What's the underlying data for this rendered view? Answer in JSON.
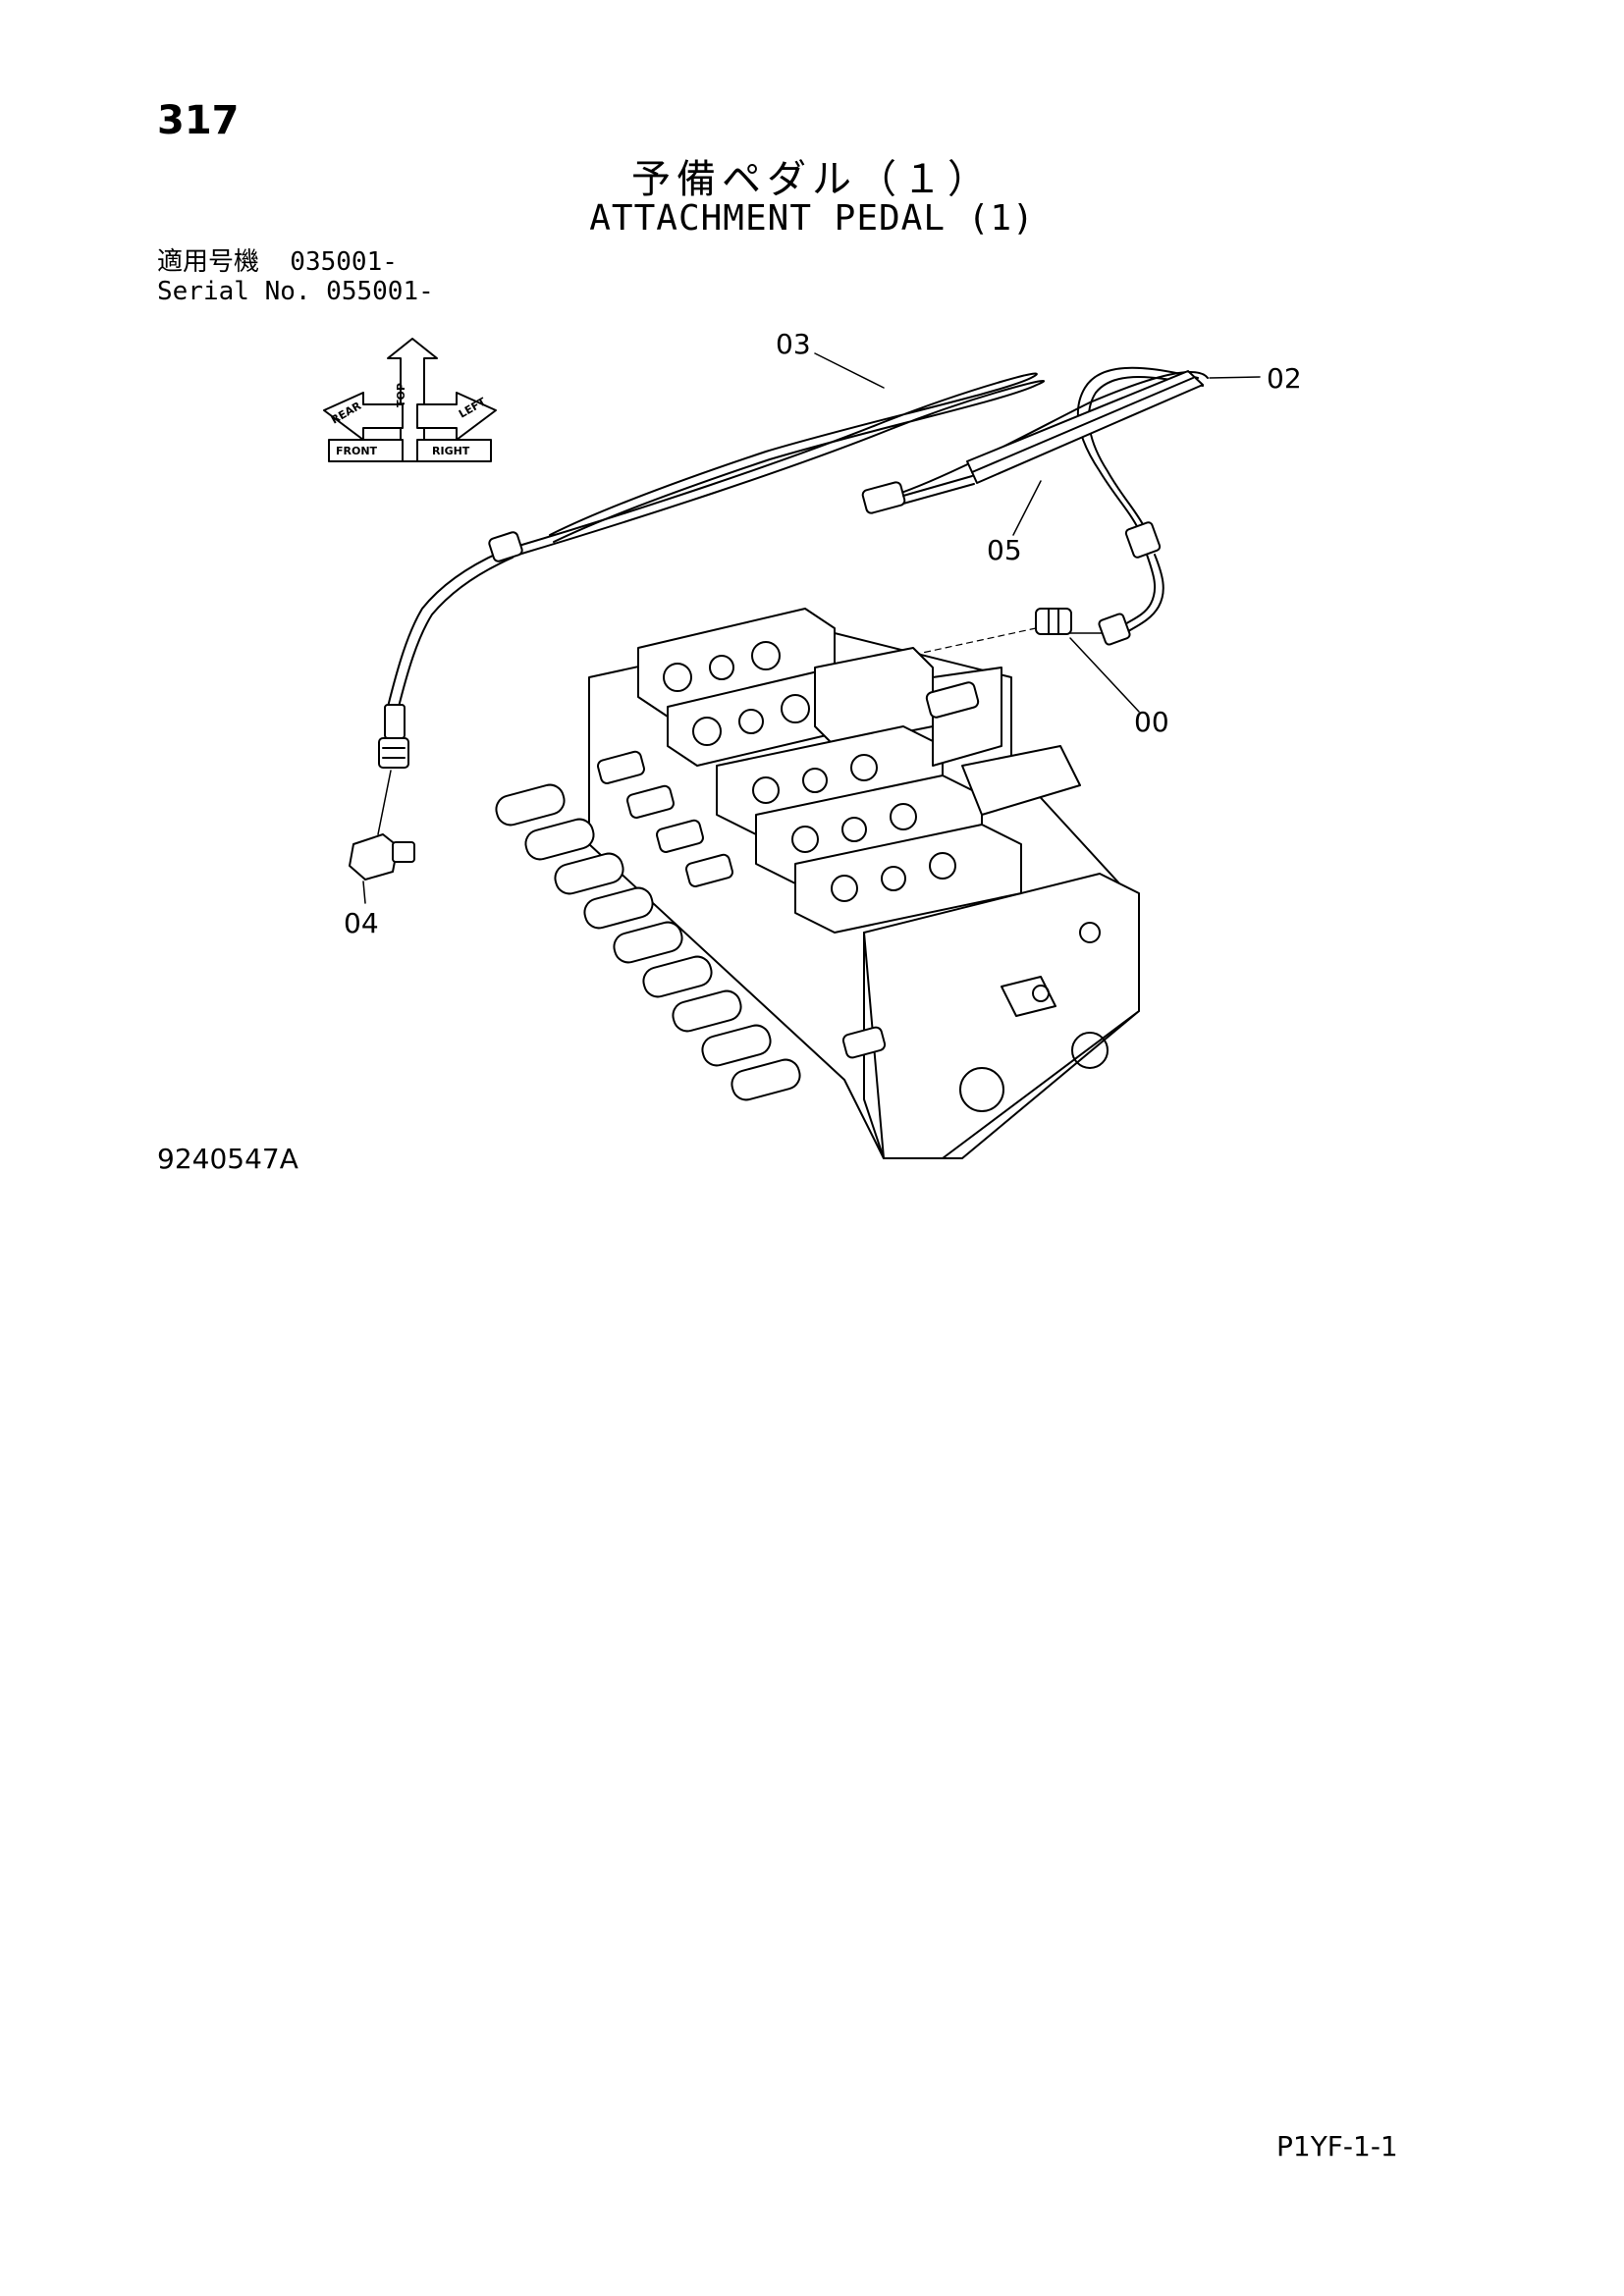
{
  "header": {
    "page_number": "317",
    "title_jp": "予備ペダル（１）",
    "title_en": "ATTACHMENT PEDAL (1)",
    "serial_jp": "適用号機  035001-",
    "serial_en": "Serial No. 055001-"
  },
  "orientation": {
    "top": "TOP",
    "front": "FRONT",
    "right": "RIGHT",
    "rear": "REAR",
    "left": "LEFT"
  },
  "callouts": {
    "c00": "00",
    "c02": "02",
    "c03": "03",
    "c04": "04",
    "c05": "05"
  },
  "figure_code": "9240547A",
  "footer": "P1YF-1-1"
}
